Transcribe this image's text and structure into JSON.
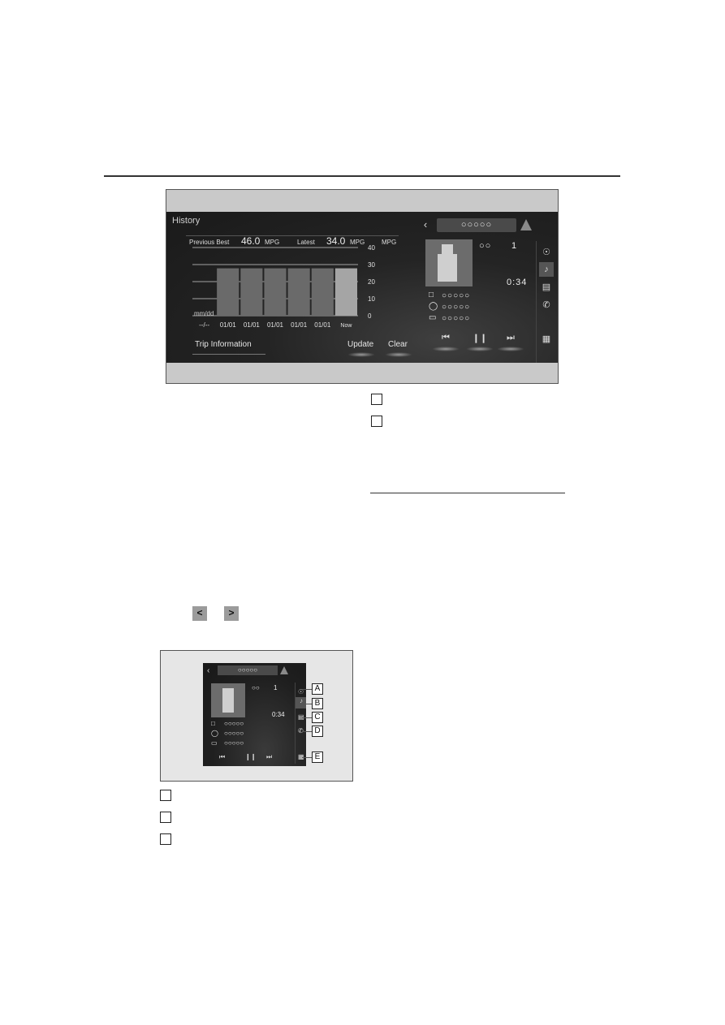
{
  "history": {
    "title": "History",
    "previous_best_label": "Previous Best",
    "previous_best_value": "46.0",
    "latest_label": "Latest",
    "latest_value": "34.0",
    "unit": "MPG",
    "axis_unit": "MPG",
    "date_label": "mm/dd",
    "trip_information_label": "Trip Information",
    "update_label": "Update",
    "clear_label": "Clear"
  },
  "chart_data": {
    "type": "bar",
    "categories": [
      "--/--",
      "01/01",
      "01/01",
      "01/01",
      "01/01",
      "01/01",
      "Now"
    ],
    "values": [
      null,
      24,
      24,
      24,
      24,
      24,
      24
    ],
    "yticks": [
      "0",
      "10",
      "20",
      "30",
      "40"
    ],
    "ylim": [
      0,
      40
    ],
    "highlight": "Now",
    "bar_color": "#6a6a6a",
    "highlight_color": "#a5a5a5"
  },
  "media": {
    "title": "○○○○○",
    "artist_short": "○○",
    "track_number": "1",
    "elapsed": "0:34",
    "file_name": "○○○○○",
    "artist": "○○○○○",
    "folder": "○○○○○"
  },
  "nav": {
    "back": "<",
    "forward": ">"
  },
  "callouts": [
    "A",
    "B",
    "C",
    "D",
    "E"
  ]
}
